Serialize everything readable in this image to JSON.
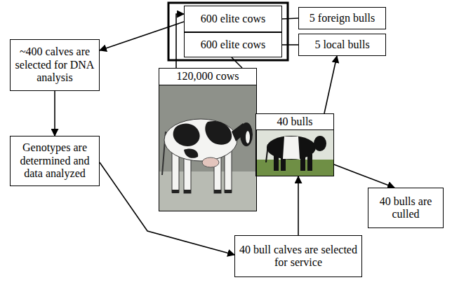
{
  "diagram": {
    "nodes": [
      {
        "text": [
          "600 elite cows"
        ]
      },
      {
        "text": [
          "600 elite cows"
        ]
      },
      {
        "text": [
          "5 foreign bulls"
        ]
      },
      {
        "text": [
          "5 local bulls"
        ]
      },
      {
        "text": [
          "~400 calves are selected for DNA analysis"
        ]
      },
      {
        "text": [
          "120,000 cows"
        ]
      },
      {
        "text": [
          "40 bulls"
        ]
      },
      {
        "text": [
          "40 bulls are culled"
        ]
      },
      {
        "text": [
          "Genotypes are determined and data analyzed"
        ]
      },
      {
        "text": [
          "40 bull calves are selected for service"
        ]
      }
    ],
    "edges": [
      {
        "from": 0,
        "to": 2,
        "arrow": "none"
      },
      {
        "from": 1,
        "to": 3,
        "arrow": "none"
      },
      {
        "from": 0,
        "to": 4,
        "arrow": "to"
      },
      {
        "from": 5,
        "to": 0,
        "arrow": "to"
      },
      {
        "from": 1,
        "to": 5,
        "arrow": "none"
      },
      {
        "from": 4,
        "to": 8,
        "arrow": "to"
      },
      {
        "from": 8,
        "to": 9,
        "arrow": "to"
      },
      {
        "from": 9,
        "to": 6,
        "arrow": "to"
      },
      {
        "from": 6,
        "to": 3,
        "arrow": "to"
      },
      {
        "from": 6,
        "to": 7,
        "arrow": "to"
      }
    ]
  }
}
